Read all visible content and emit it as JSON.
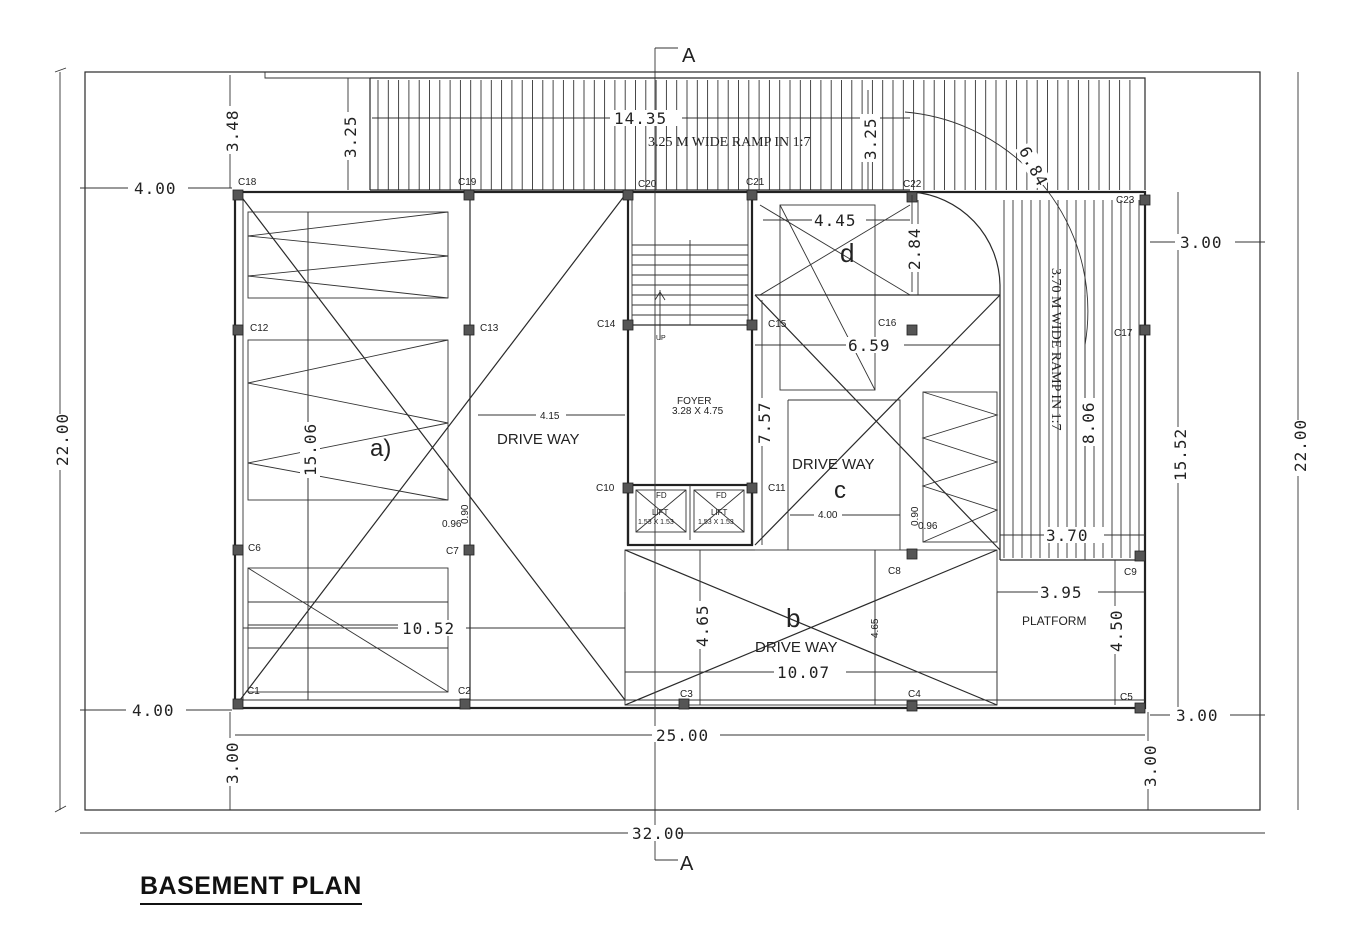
{
  "title": "BASEMENT PLAN",
  "section_marks": [
    "A",
    "A"
  ],
  "columns": [
    "C1",
    "C2",
    "C3",
    "C4",
    "C5",
    "C6",
    "C7",
    "C8",
    "C9",
    "C10",
    "C11",
    "C12",
    "C13",
    "C14",
    "C15",
    "C16",
    "C17",
    "C18",
    "C19",
    "C20",
    "C21",
    "C22",
    "C23"
  ],
  "rooms": {
    "drive_way_a": "DRIVE WAY",
    "drive_way_b": "DRIVE WAY",
    "drive_way_c": "DRIVE WAY",
    "foyer": "FOYER",
    "foyer_size": "3.28 X 4.75",
    "lift": "LIFT",
    "lift_size": "1.53 X 1.53",
    "fd": "FD",
    "up": "UP",
    "platform": "PLATFORM"
  },
  "ramps": {
    "top": "3.25 M WIDE RAMP IN 1:7",
    "right": "3.70 M WIDE RAMP IN 1:7"
  },
  "zone_labels": [
    "a)",
    "b",
    "c",
    "d"
  ],
  "dimensions": {
    "overall_width": "32.00",
    "overall_height_left": "22.00",
    "overall_height_right": "22.00",
    "building_width": "25.00",
    "left_top_offset": "4.00",
    "left_bottom_offset": "4.00",
    "right_top_offset": "3.00",
    "right_bottom_offset": "3.00",
    "bottom_left_vertical": "3.00",
    "bottom_right_vertical": "3.00",
    "top_left_vertical": "3.48",
    "ramp_top_width": "3.25",
    "ramp_top_width_2": "3.25",
    "ramp_length_top": "14.35",
    "ramp_curve": "6.84",
    "left_height": "15.06",
    "right_height": "15.52",
    "left_drive_width": "10.52",
    "drive_way_width": "4.15",
    "bottom_drive_width": "10.07",
    "bottom_drive_height": "4.65",
    "bottom_drive_height_small": "4.65",
    "room_d_width": "4.45",
    "room_d_height": "2.84",
    "mid_width": "6.59",
    "drive_c_height": "7.57",
    "drive_c_width": "4.00",
    "right_ramp_height": "8.06",
    "platform_width": "3.95",
    "platform_height": "4.50",
    "ramp_bottom": "3.70",
    "small_1": "0.90",
    "small_2": "0.96",
    "small_3": "0.90",
    "small_4": "0.96"
  }
}
